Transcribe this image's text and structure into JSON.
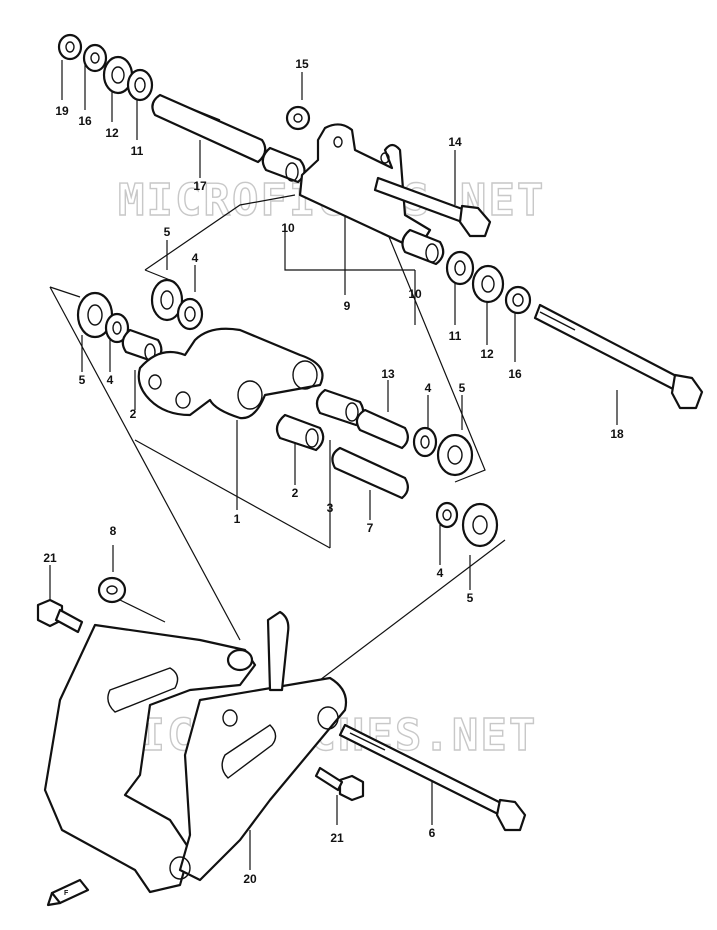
{
  "watermark": "MICROFICHES.NET",
  "front_marker": "F",
  "callouts": {
    "c1": "1",
    "c2a": "2",
    "c2b": "2",
    "c3": "3",
    "c4a": "4",
    "c4b": "4",
    "c4c": "4",
    "c5a": "5",
    "c5b": "5",
    "c5c": "5",
    "c5d": "5",
    "c6": "6",
    "c7": "7",
    "c8": "8",
    "c9": "9",
    "c10a": "10",
    "c10b": "10",
    "c11a": "11",
    "c11b": "11",
    "c12a": "12",
    "c12b": "12",
    "c13": "13",
    "c14": "14",
    "c15": "15",
    "c16a": "16",
    "c16b": "16",
    "c17": "17",
    "c18": "18",
    "c19": "19",
    "c20": "20",
    "c21a": "21",
    "c21b": "21"
  }
}
